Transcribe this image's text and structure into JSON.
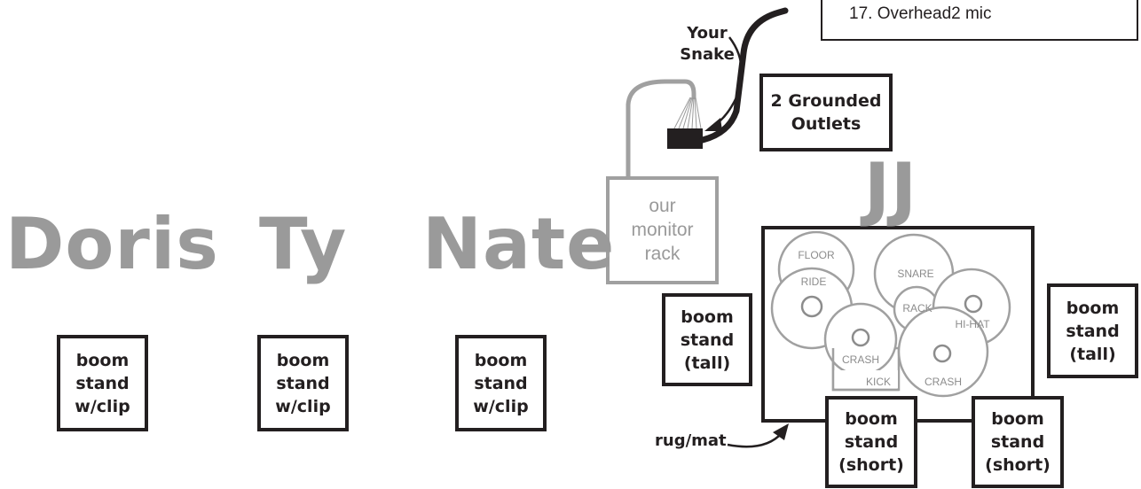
{
  "input_list": {
    "last_item": "17. Overhead2 mic"
  },
  "snake": {
    "label_line1": "Your",
    "label_line2": "Snake"
  },
  "outlets": {
    "label": "2 Grounded\nOutlets"
  },
  "monitor_rack": {
    "label": "our\nmonitor\nrack"
  },
  "musicians": {
    "doris": "Doris",
    "ty": "Ty",
    "nate": "Nate",
    "jj": "JJ"
  },
  "stands": {
    "doris": "boom\nstand\nw/clip",
    "ty": "boom\nstand\nw/clip",
    "nate": "boom\nstand\nw/clip",
    "drum_left": "boom\nstand\n(tall)",
    "drum_right": "boom\nstand\n(tall)",
    "drum_front_left": "boom\nstand\n(short)",
    "drum_front_right": "boom\nstand\n(short)"
  },
  "rug": {
    "label": "rug/mat"
  },
  "drums": {
    "floor": "FLOOR",
    "ride": "RIDE",
    "snare": "SNARE",
    "rack": "RACK",
    "hihat": "HI-HAT",
    "crash1": "CRASH",
    "crash2": "CRASH",
    "kick": "KICK"
  }
}
